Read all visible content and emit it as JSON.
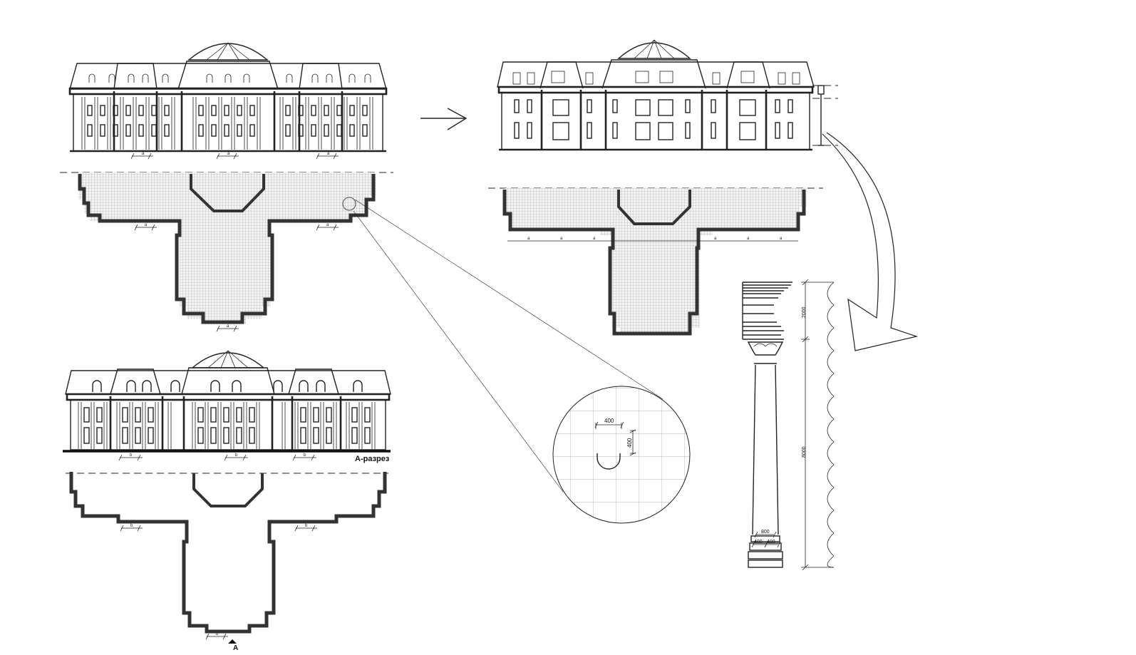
{
  "labels": {
    "section_label": "А-разрез",
    "section_marker": "А",
    "dim_a": "a",
    "dim_b": "b"
  },
  "detail": {
    "dim_width": "400",
    "dim_height": "400"
  },
  "column": {
    "dim_entablature": "2000",
    "dim_shaft": "8000",
    "dim_base_top": "800",
    "dim_base_left": "400",
    "dim_base_right": "400"
  }
}
